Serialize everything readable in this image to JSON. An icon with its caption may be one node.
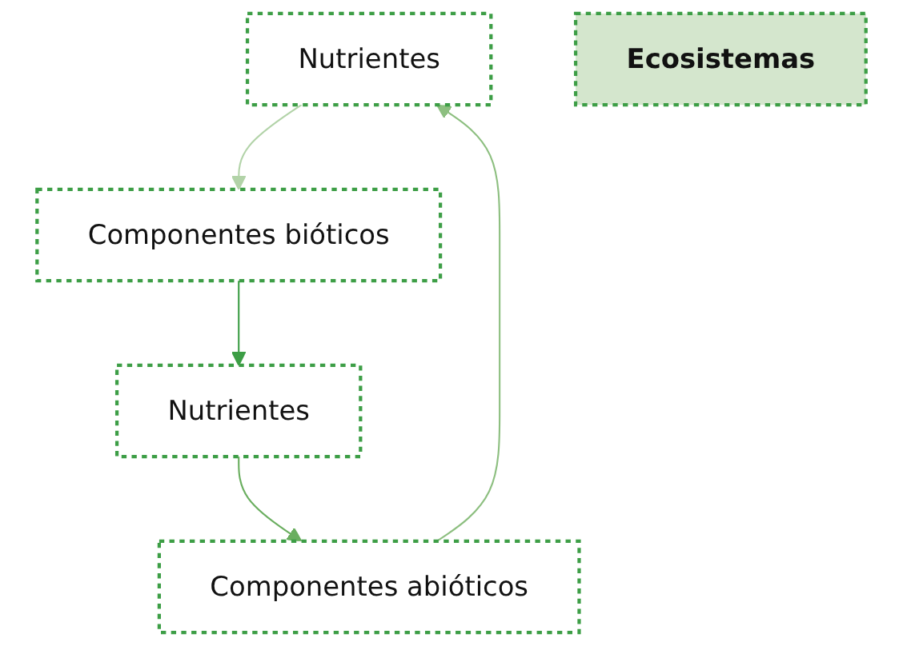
{
  "diagram": {
    "nodes": [
      {
        "text": [
          "Nutrientes"
        ]
      },
      {
        "text": [
          "Componentes abióticos"
        ]
      },
      {
        "text": [
          "Ecosistemas"
        ]
      },
      {
        "text": [
          "Componentes bióticos"
        ]
      },
      {
        "text": [
          "Nutrientes"
        ]
      }
    ],
    "edges": [
      {
        "from": 1,
        "to": 0,
        "arrow": "to",
        "color": "#8dbf80"
      },
      {
        "from": 0,
        "to": 3,
        "arrow": "to",
        "color": "#b2d3a8"
      },
      {
        "from": 3,
        "to": 4,
        "arrow": "to",
        "color": "#3d9e46"
      },
      {
        "from": 4,
        "to": 1,
        "arrow": "to",
        "color": "#6aae5f"
      }
    ]
  }
}
